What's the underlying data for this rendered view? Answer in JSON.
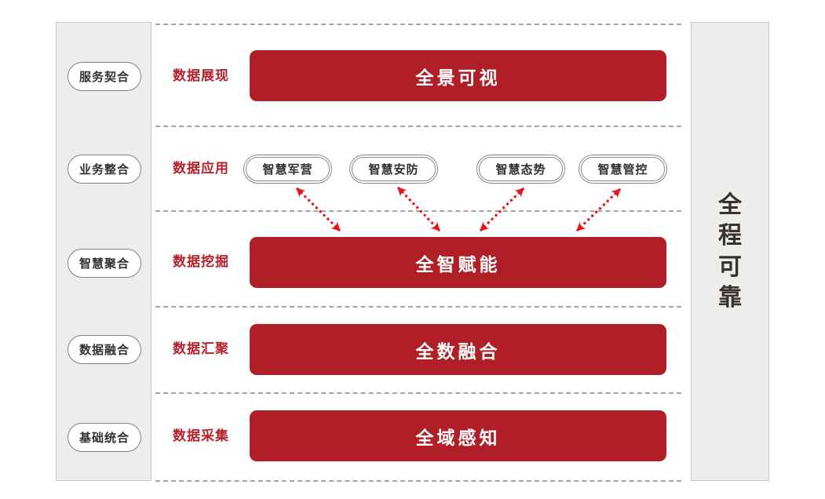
{
  "diagram": {
    "left_rail": {
      "items": [
        "服务契合",
        "业务整合",
        "智慧聚合",
        "数据融合",
        "基础统合"
      ]
    },
    "right_rail": {
      "label": "全程可靠"
    },
    "rows": [
      {
        "label": "数据展现",
        "bar": "全景可视"
      },
      {
        "label": "数据应用",
        "pills": [
          "智慧军营",
          "智慧安防",
          "智慧态势",
          "智慧管控"
        ]
      },
      {
        "label": "数据挖掘",
        "bar": "全智赋能"
      },
      {
        "label": "数据汇聚",
        "bar": "全数融合"
      },
      {
        "label": "数据采集",
        "bar": "全域感知"
      }
    ],
    "colors": {
      "bar_red": "#b01f28",
      "label_red": "#b4212a",
      "arrow_red": "#e8131c",
      "rail_bg": "#ededec"
    }
  }
}
